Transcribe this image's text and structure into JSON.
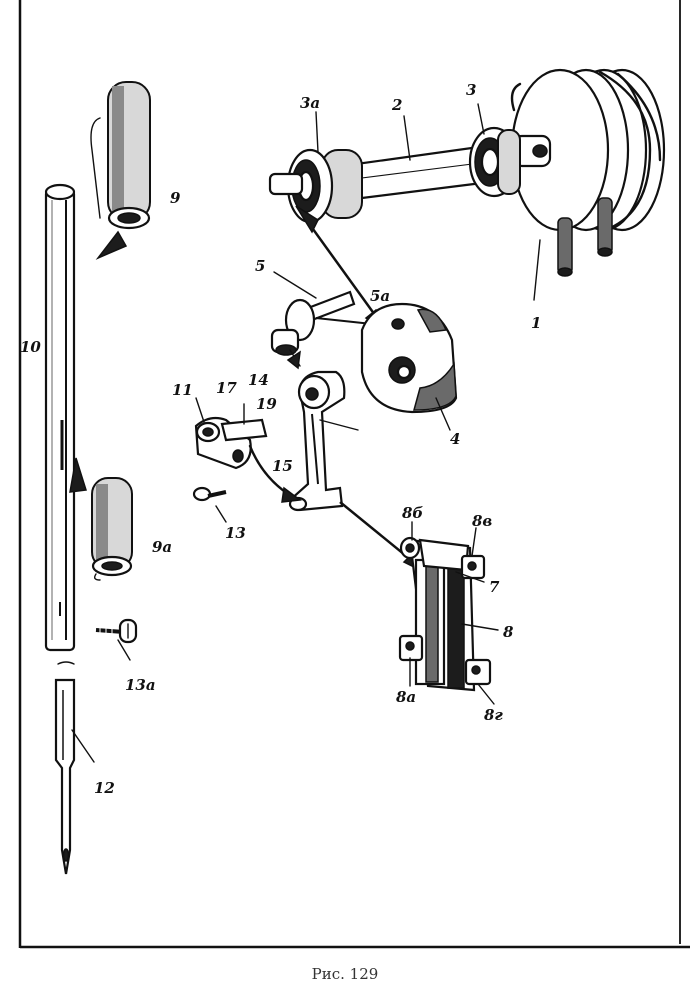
{
  "figure": {
    "caption": "Рис. 129",
    "part_labels": {
      "p1": "1",
      "p2": "2",
      "p3": "3",
      "p3a": "3а",
      "p4": "4",
      "p5": "5",
      "p5a": "5а",
      "p7": "7",
      "p8": "8",
      "p8a": "8а",
      "p8b": "8б",
      "p8v": "8в",
      "p8g": "8г",
      "p9": "9",
      "p9a": "9а",
      "p10": "10",
      "p11": "11",
      "p12": "12",
      "p13": "13",
      "p13a": "13а",
      "p14": "14",
      "p15": "15",
      "p17": "17",
      "p19": "19"
    }
  }
}
